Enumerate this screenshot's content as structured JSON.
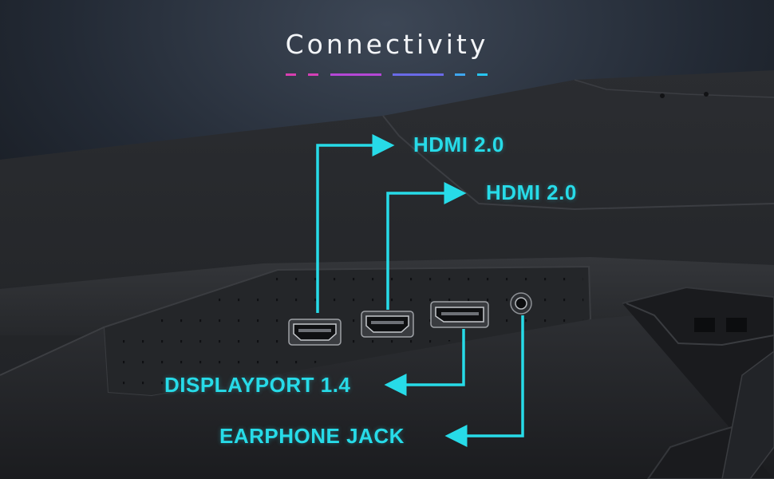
{
  "title": "Connectivity",
  "accent_color": "#27dbe8",
  "divider_colors": [
    "#d83fb0",
    "#8a4fe6",
    "#4b8ff0",
    "#27c5f0"
  ],
  "callouts": {
    "hdmi_1": "HDMI 2.0",
    "hdmi_2": "HDMI 2.0",
    "displayport": "DISPLAYPORT 1.4",
    "earphone_jack": "EARPHONE JACK"
  },
  "ports": [
    "hdmi-port",
    "hdmi-port",
    "displayport-port",
    "earphone-jack-port"
  ]
}
